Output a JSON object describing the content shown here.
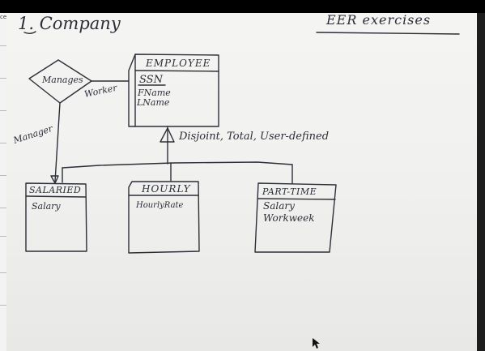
{
  "page": {
    "heading": "1. Company",
    "exercise_title": "EER exercises",
    "left_margin_fragment": "ce"
  },
  "diagram": {
    "superclass": {
      "name": "EMPLOYEE",
      "key": "SSN",
      "attributes": [
        "FName",
        "LName"
      ]
    },
    "relationship": {
      "name": "Manages",
      "role_employee": "Worker",
      "role_salaried": "Manager"
    },
    "specialization_label": "Disjoint, Total, User-defined",
    "subclasses": [
      {
        "name": "SALARIED",
        "attributes": [
          "Salary"
        ]
      },
      {
        "name": "HOURLY",
        "attributes": [
          "HourlyRate"
        ]
      },
      {
        "name": "PART-TIME",
        "attributes": [
          "Salary",
          "Workweek"
        ]
      }
    ]
  }
}
